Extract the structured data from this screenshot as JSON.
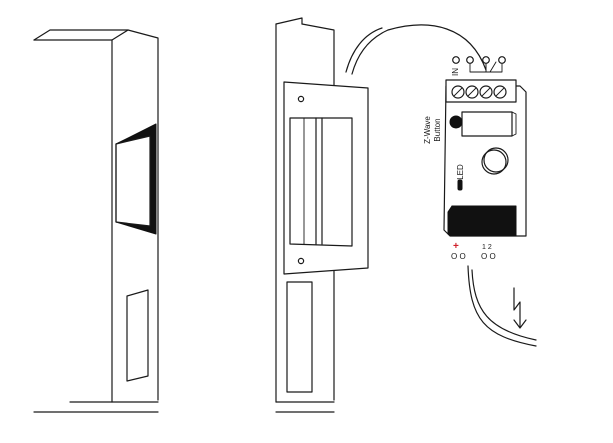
{
  "labels": {
    "terminal_in": "IN",
    "zwave_button_line1": "Z-Wave",
    "zwave_button_line2": "Button",
    "led": "LED",
    "terminal_plus": "+",
    "terminal_left_sub": "O O",
    "terminal_right_top": "1  2",
    "terminal_right_sub": "O O"
  },
  "colors": {
    "line": "#1a1a1a",
    "plus_marker": "#d0202a"
  },
  "icons": {
    "arrow": "lightning-arrow-icon"
  }
}
